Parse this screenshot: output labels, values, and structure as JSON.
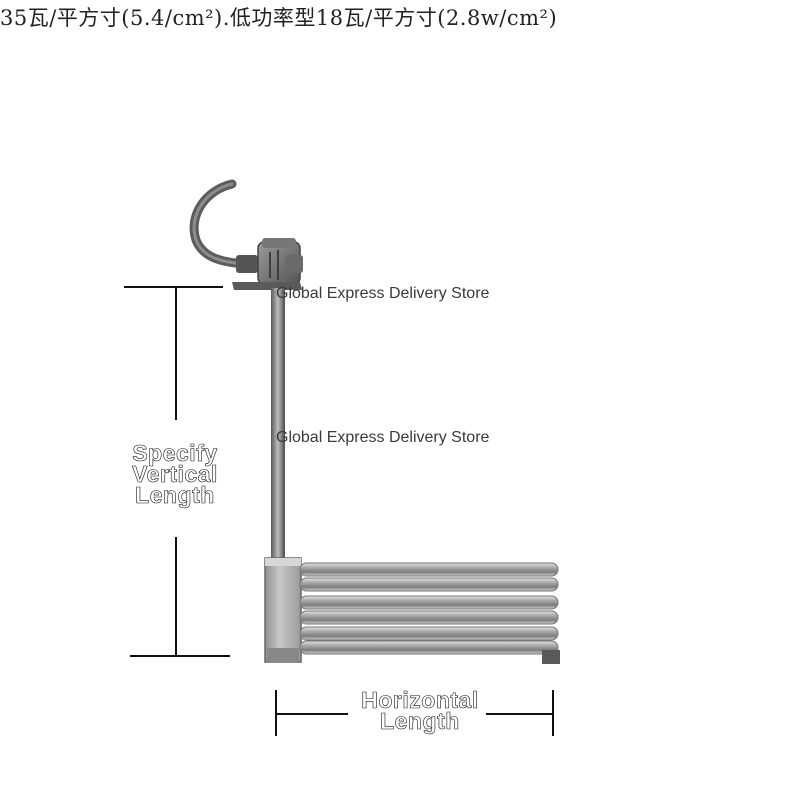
{
  "header": {
    "spec_text": "35瓦/平方寸(5.4/cm²).低功率型18瓦/平方寸(2.8w/cm²)"
  },
  "watermarks": [
    "Global Express Delivery Store",
    "Global Express Delivery Store"
  ],
  "dimensions": {
    "vertical": [
      "Specify",
      "Vertical",
      "Length"
    ],
    "horizontal": [
      "Horizontal",
      "Length"
    ]
  }
}
